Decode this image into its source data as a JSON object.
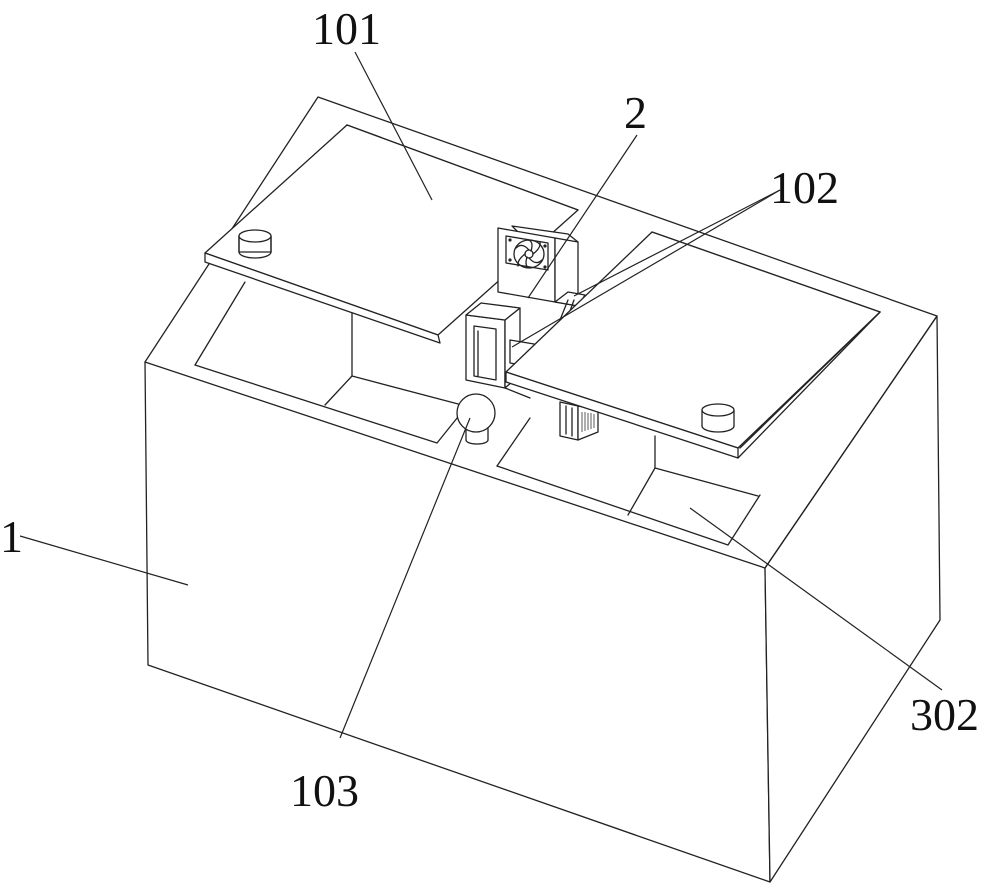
{
  "labels": {
    "housing": "1",
    "top_plate": "101",
    "side_plate": "102",
    "knob": "103",
    "fan_unit": "2",
    "chamber": "302"
  },
  "colors": {
    "line": "#222222",
    "background": "#ffffff"
  }
}
